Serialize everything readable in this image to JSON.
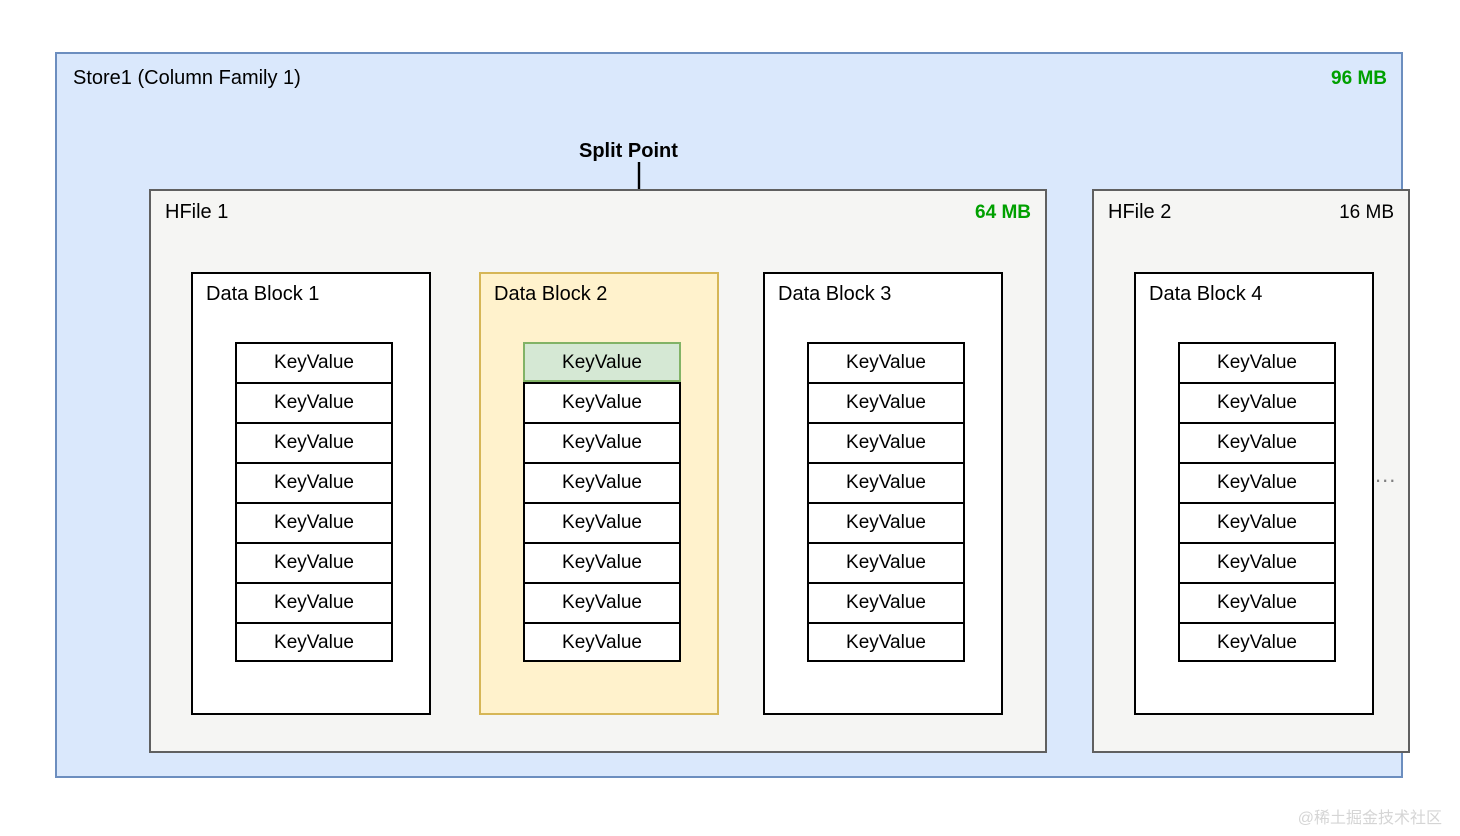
{
  "store": {
    "title": "Store1 (Column Family 1)",
    "size_label": "96 MB",
    "size_color": "#00a000",
    "background": "#dae8fc",
    "border_color": "#6c8ebf",
    "ellipsis": "..."
  },
  "annotation": {
    "split_point_label": "Split Point",
    "arrow_color": "#000000"
  },
  "hfiles": [
    {
      "title": "HFile 1",
      "size_label": "64 MB",
      "size_is_green": true,
      "blocks": [
        {
          "title": "Data Block 1",
          "highlighted": false,
          "keyvalues": [
            "KeyValue",
            "KeyValue",
            "KeyValue",
            "KeyValue",
            "KeyValue",
            "KeyValue",
            "KeyValue",
            "KeyValue"
          ],
          "split_target_index": -1
        },
        {
          "title": "Data Block 2",
          "highlighted": true,
          "keyvalues": [
            "KeyValue",
            "KeyValue",
            "KeyValue",
            "KeyValue",
            "KeyValue",
            "KeyValue",
            "KeyValue",
            "KeyValue"
          ],
          "split_target_index": 0
        },
        {
          "title": "Data Block 3",
          "highlighted": false,
          "keyvalues": [
            "KeyValue",
            "KeyValue",
            "KeyValue",
            "KeyValue",
            "KeyValue",
            "KeyValue",
            "KeyValue",
            "KeyValue"
          ],
          "split_target_index": -1
        }
      ]
    },
    {
      "title": "HFile 2",
      "size_label": "16 MB",
      "size_is_green": false,
      "blocks": [
        {
          "title": "Data Block 4",
          "highlighted": false,
          "keyvalues": [
            "KeyValue",
            "KeyValue",
            "KeyValue",
            "KeyValue",
            "KeyValue",
            "KeyValue",
            "KeyValue",
            "KeyValue"
          ],
          "split_target_index": -1
        }
      ]
    }
  ],
  "watermark": "@稀土掘金技术社区",
  "colors": {
    "store_fill": "#dae8fc",
    "store_stroke": "#6c8ebf",
    "hfile_fill": "#f5f5f3",
    "hfile_stroke": "#606060",
    "block_fill": "#ffffff",
    "block_stroke": "#000000",
    "highlight_block_fill": "#fff2cc",
    "highlight_block_stroke": "#d6b656",
    "split_kv_fill": "#d5e8d4",
    "split_kv_stroke": "#82b366",
    "size_green": "#00a000"
  }
}
